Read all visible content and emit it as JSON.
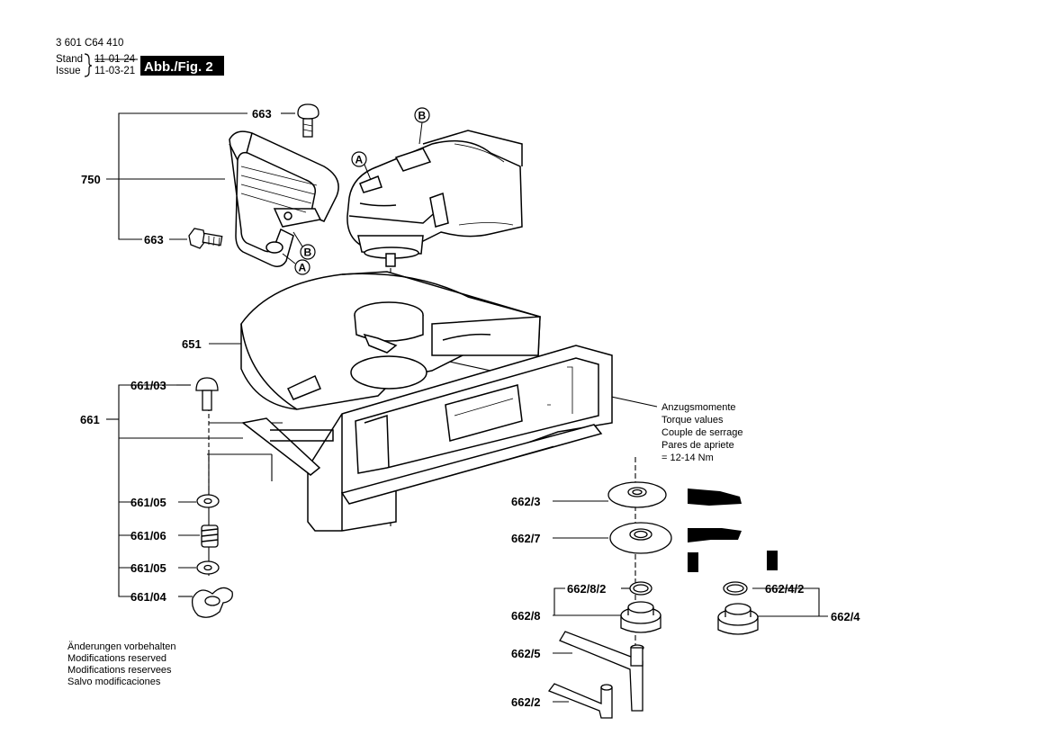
{
  "header": {
    "doc_number": "3 601 C64 410",
    "stand_label": "Stand",
    "issue_label": "Issue",
    "stand_date": "11-01-24",
    "issue_date": "11-03-21",
    "figure_badge": "Abb./Fig. 2"
  },
  "parts": {
    "p663_top": "663",
    "p750": "750",
    "p663_bottom": "663",
    "p651": "651",
    "p661_03": "661/03",
    "p661": "661",
    "p661_05_a": "661/05",
    "p661_06": "661/06",
    "p661_05_b": "661/05",
    "p661_04": "661/04",
    "p662_3": "662/3",
    "p662_7": "662/7",
    "p662_8_2": "662/8/2",
    "p662_8": "662/8",
    "p662_5": "662/5",
    "p662_2": "662/2",
    "p662_4_2": "662/4/2",
    "p662_4": "662/4"
  },
  "callouts": {
    "a1": "A",
    "a2": "A",
    "b1": "B",
    "b2": "B"
  },
  "torque_note": {
    "line1": "Anzugsmomente",
    "line2": "Torque values",
    "line3": "Couple de serrage",
    "line4": "Pares de apriete",
    "line5": "= 12-14 Nm"
  },
  "footer": {
    "line1": "Änderungen vorbehalten",
    "line2": "Modifications reserved",
    "line3": "Modifications reservees",
    "line4": "Salvo modificaciones"
  }
}
